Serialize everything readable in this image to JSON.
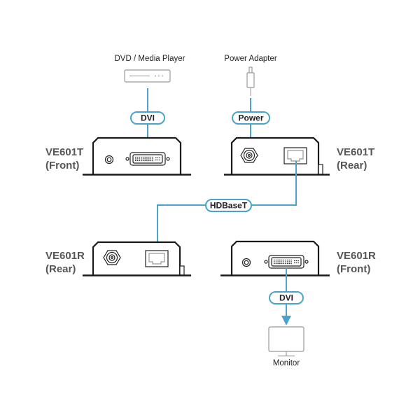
{
  "source_device": {
    "label": "DVD / Media Player",
    "icon": "media-player-icon"
  },
  "power_source": {
    "label": "Power Adapter",
    "icon": "power-adapter-icon"
  },
  "cables": {
    "dvi_in": "DVI",
    "power": "Power",
    "hdbaset": "HDBaseT",
    "dvi_out": "DVI"
  },
  "units": {
    "transmitter_front": {
      "model": "VE601T",
      "view": "(Front)"
    },
    "transmitter_rear": {
      "model": "VE601T",
      "view": "(Rear)"
    },
    "receiver_rear": {
      "model": "VE601R",
      "view": "(Rear)"
    },
    "receiver_front": {
      "model": "VE601R",
      "view": "(Front)"
    }
  },
  "output_device": {
    "label": "Monitor",
    "icon": "monitor-icon"
  },
  "colors": {
    "cable": "#4aa3c8",
    "outline": "#1a1a1a",
    "model_text": "#555555"
  }
}
